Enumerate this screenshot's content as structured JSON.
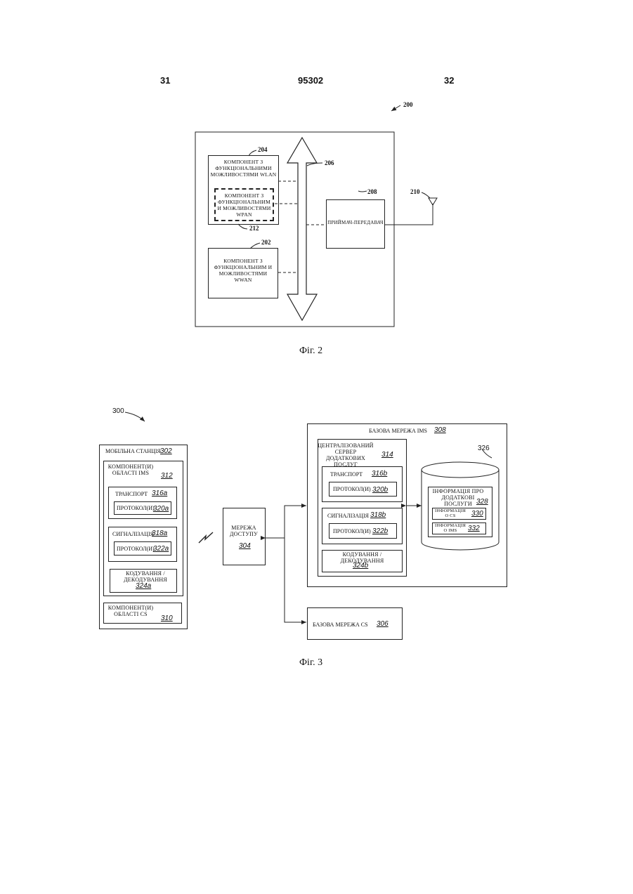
{
  "header": {
    "left_page": "31",
    "doc_number": "95302",
    "right_page": "32"
  },
  "fig2": {
    "caption": "Фіг. 2",
    "ref_system": "200",
    "ref_bus": "206",
    "wlan": {
      "ref": "204",
      "label": "КОМПОНЕНТ З ФУНКЦІОНАЛЬНИМИ МОЖЛИВОСТЯМИ WLAN"
    },
    "wpan": {
      "ref": "212",
      "label": "КОМПОНЕНТ З ФУНКЦІОНАЛЬНИМ И МОЖЛИВОСТЯМИ WPAN"
    },
    "wwan": {
      "ref": "202",
      "label": "КОМПОНЕНТ З ФУНКЦІОНАЛЬНИМ И МОЖЛИВОСТЯМИ WWAN"
    },
    "transceiver": {
      "ref": "208",
      "label": "ПРИЙМАЧ-ПЕРЕДАВАЧ"
    },
    "antenna_ref": "210"
  },
  "fig3": {
    "caption": "Фіг. 3",
    "ref_system": "300",
    "mobile_station": {
      "label": "МОБІЛЬНА СТАНЦІЯ",
      "ref": "302"
    },
    "ims_components": {
      "label": "КОМПОНЕНТ(И) ОБЛАСТІ IMS",
      "ref": "312"
    },
    "transport_a": {
      "label": "ТРАНСПОРТ",
      "ref": "316a"
    },
    "protocol_320a": {
      "label": "ПРОТОКОЛ(И)",
      "ref": "320a"
    },
    "signaling_a": {
      "label": "СИГНАЛІЗАЦІЯ",
      "ref": "318a"
    },
    "protocol_322a": {
      "label": "ПРОТОКОЛ(И)",
      "ref": "322a"
    },
    "codec_a": {
      "label": "КОДУВАННЯ / ДЕКОДУВАННЯ",
      "ref": "324a"
    },
    "cs_components": {
      "label": "КОМПОНЕНТ(И) ОБЛАСТІ CS",
      "ref": "310"
    },
    "access_network": {
      "label": "МЕРЕЖА ДОСТУПУ",
      "ref": "304"
    },
    "ims_core": {
      "label": "БАЗОВА МЕРЕЖА IMS",
      "ref": "308"
    },
    "server": {
      "label": "ЦЕНТРАЛІЗОВАНИЙ СЕРВЕР ДОДАТКОВИХ ПОСЛУГ",
      "ref": "314"
    },
    "transport_b": {
      "label": "ТРАНСПОРТ",
      "ref": "316b"
    },
    "protocol_320b": {
      "label": "ПРОТОКОЛ(И)",
      "ref": "320b"
    },
    "signaling_b": {
      "label": "СИГНАЛІЗАЦІЯ",
      "ref": "318b"
    },
    "protocol_322b": {
      "label": "ПРОТОКОЛ(И)",
      "ref": "322b"
    },
    "codec_b": {
      "label": "КОДУВАННЯ / ДЕКОДУВАННЯ",
      "ref": "324b"
    },
    "database_ref": "326",
    "service_info": {
      "label": "ІНФОРМАЦІЯ ПРО ДОДАТКОВІ ПОСЛУГИ",
      "ref": "328"
    },
    "cs_info": {
      "label": "ІНФОРМАЦІЯ О CS",
      "ref": "330"
    },
    "ims_info": {
      "label": "ІНФОРМАЦІЯ О IMS",
      "ref": "332"
    },
    "cs_core": {
      "label": "БАЗОВА МЕРЕЖА CS",
      "ref": "306"
    }
  }
}
